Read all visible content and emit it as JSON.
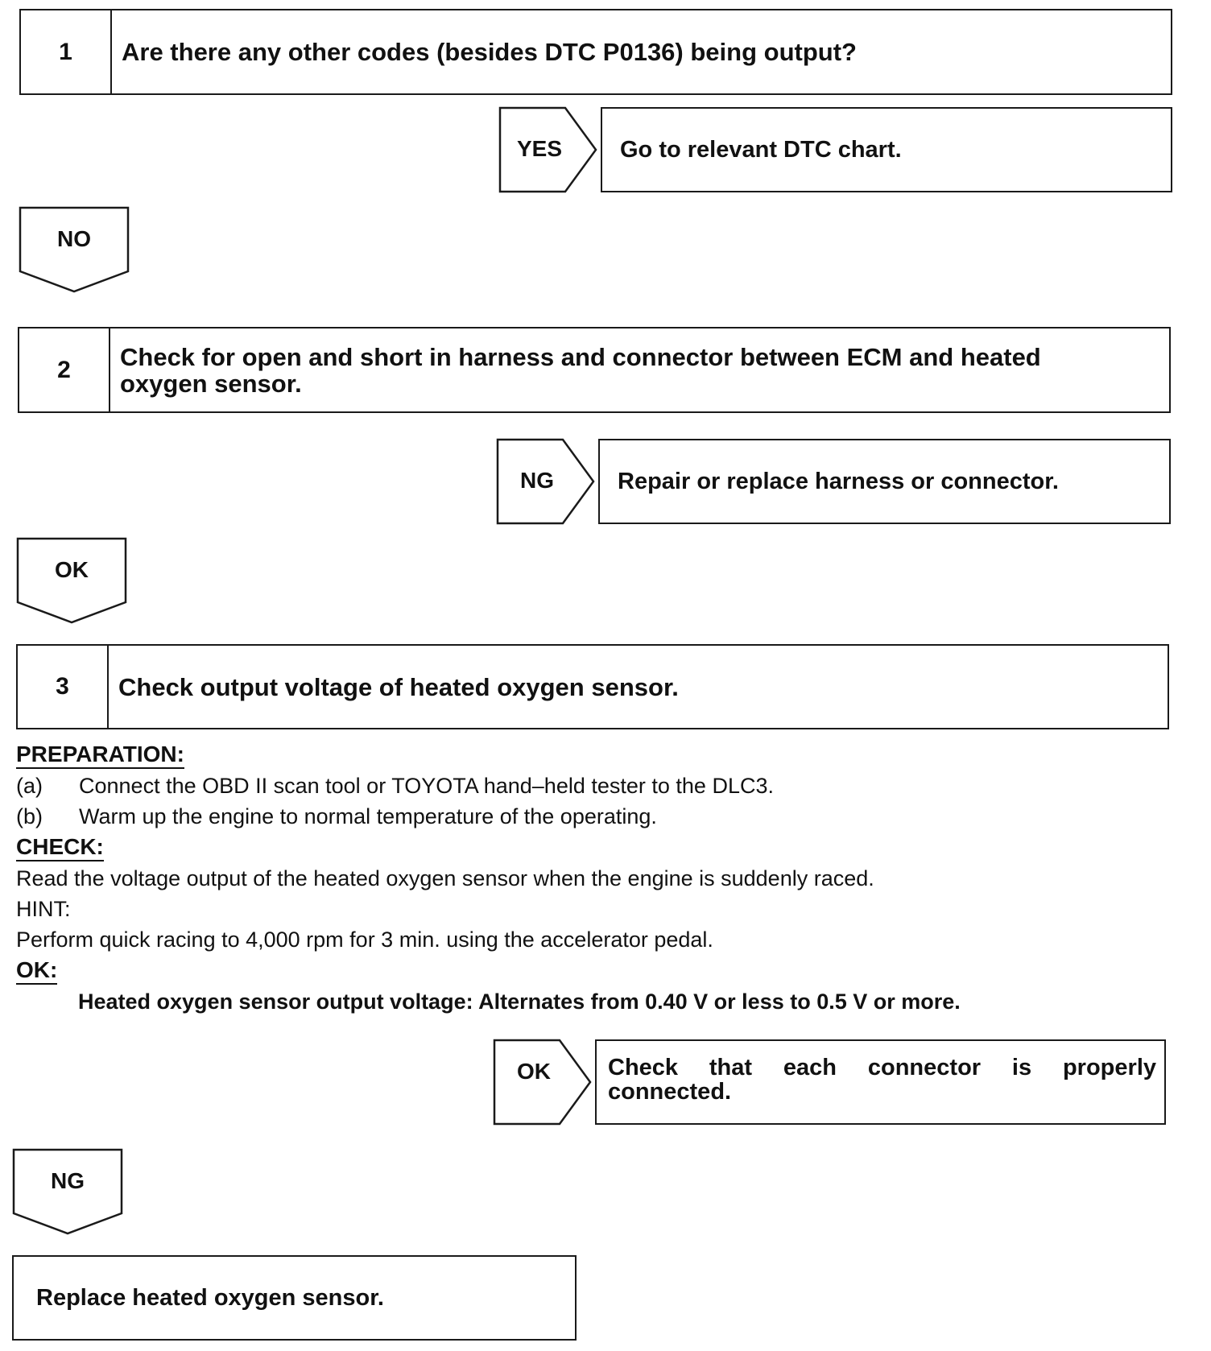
{
  "steps": [
    {
      "number": "1",
      "text": "Are there any other codes (besides DTC P0136) being output?"
    },
    {
      "number": "2",
      "text": "Check for open and short in harness and connector between ECM and heated oxygen sensor."
    },
    {
      "number": "3",
      "text": "Check output voltage of heated oxygen sensor."
    }
  ],
  "branches": {
    "step1_yes": {
      "tag": "YES",
      "result": "Go to relevant DTC chart."
    },
    "step1_no": {
      "tag": "NO"
    },
    "step2_ng": {
      "tag": "NG",
      "result": "Repair or replace harness or connector."
    },
    "step2_ok": {
      "tag": "OK"
    },
    "step3_ok": {
      "tag": "OK",
      "result": "Check that each connector is properly connected."
    },
    "step3_ng": {
      "tag": "NG"
    }
  },
  "final": {
    "text": "Replace heated oxygen sensor."
  },
  "procedure": {
    "preparation_heading": "PREPARATION:",
    "preparation_items": [
      {
        "marker": "(a)",
        "text": "Connect the OBD II scan tool or TOYOTA hand–held tester to the DLC3."
      },
      {
        "marker": "(b)",
        "text": "Warm up the engine to normal temperature of the operating."
      }
    ],
    "check_heading": "CHECK:",
    "check_text": "Read the voltage output of the heated oxygen sensor when the engine is suddenly raced.",
    "hint_heading": "HINT:",
    "hint_text": "Perform quick racing to 4,000 rpm for 3 min. using the accelerator pedal.",
    "ok_heading": "OK:",
    "ok_spec": "Heated oxygen sensor output voltage: Alternates from 0.40 V or less to 0.5 V or more."
  }
}
